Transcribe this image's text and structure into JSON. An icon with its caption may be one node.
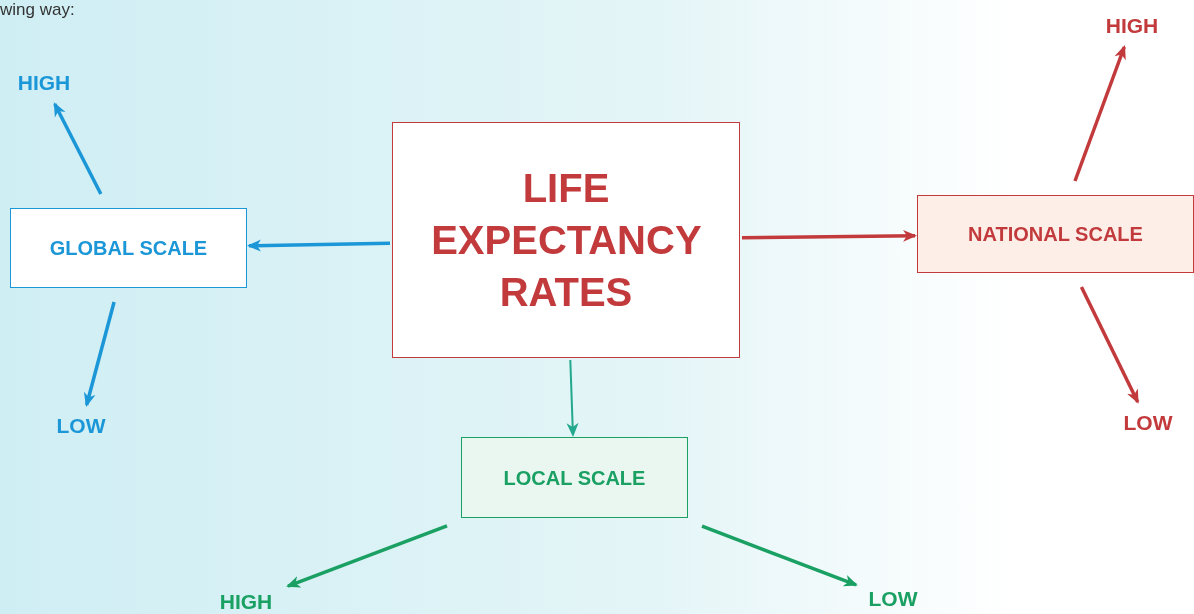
{
  "diagram": {
    "nodes": [
      {
        "text": [
          "LIFE EXPECTANCY RATES"
        ]
      },
      {
        "text": [
          "GLOBAL SCALE"
        ]
      },
      {
        "text": [
          "NATIONAL SCALE"
        ]
      },
      {
        "text": [
          "LOCAL SCALE"
        ]
      },
      {
        "text": [
          "HIGH"
        ]
      },
      {
        "text": [
          "LOW"
        ]
      },
      {
        "text": [
          "HIGH"
        ]
      },
      {
        "text": [
          "LOW"
        ]
      },
      {
        "text": [
          "HIGH"
        ]
      },
      {
        "text": [
          "LOW"
        ]
      }
    ],
    "edges": [
      {
        "from": 0,
        "to": 1,
        "arrow": "to",
        "color": "#1b97d8"
      },
      {
        "from": 0,
        "to": 2,
        "arrow": "to",
        "color": "#c23a3c"
      },
      {
        "from": 0,
        "to": 3,
        "arrow": "to",
        "color": "#22a88c"
      },
      {
        "from": 1,
        "to": 4,
        "arrow": "to",
        "color": "#1b97d8"
      },
      {
        "from": 1,
        "to": 5,
        "arrow": "to",
        "color": "#1b97d8"
      },
      {
        "from": 2,
        "to": 6,
        "arrow": "to",
        "color": "#c23a3c"
      },
      {
        "from": 2,
        "to": 7,
        "arrow": "to",
        "color": "#c23a3c"
      },
      {
        "from": 3,
        "to": 8,
        "arrow": "to",
        "color": "#1aa063"
      },
      {
        "from": 3,
        "to": 9,
        "arrow": "to",
        "color": "#1aa063"
      }
    ],
    "labels": [
      "wing way:"
    ]
  }
}
